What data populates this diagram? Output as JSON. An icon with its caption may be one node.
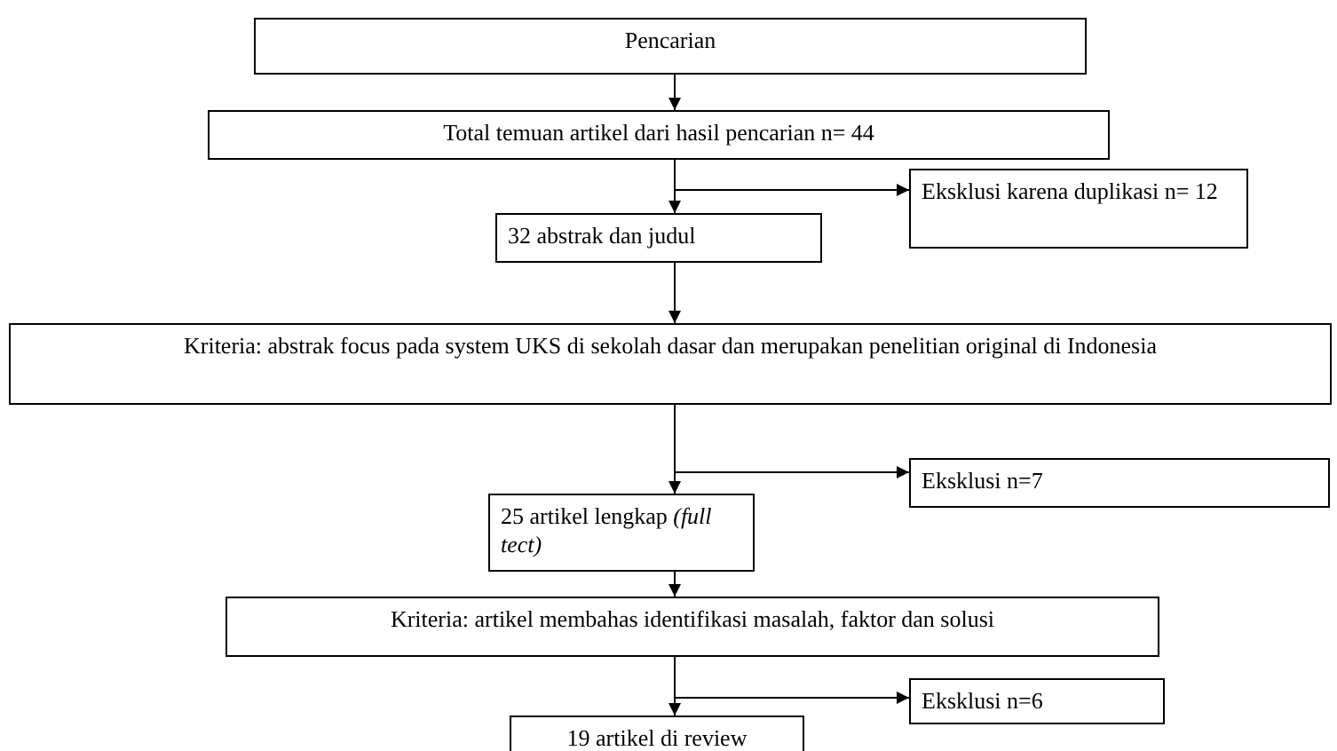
{
  "diagram": {
    "nodes": [
      {
        "text": [
          "Pencarian"
        ]
      },
      {
        "text": [
          "Total temuan artikel dari hasil pencarian n= 44"
        ]
      },
      {
        "text": [
          "Eksklusi karena duplikasi n= 12"
        ]
      },
      {
        "text": [
          "32 abstrak dan judul"
        ]
      },
      {
        "text": [
          "Kriteria: abstrak focus pada system UKS di sekolah dasar dan merupakan penelitian original di Indonesia"
        ]
      },
      {
        "text": [
          "Eksklusi n=7"
        ]
      },
      {
        "text": [
          "25 artikel lengkap *(full tect)*"
        ]
      },
      {
        "text": [
          "Kriteria: artikel membahas identifikasi masalah, faktor dan solusi"
        ]
      },
      {
        "text": [
          "Eksklusi n=6"
        ]
      },
      {
        "text": [
          "19 artikel di review"
        ]
      }
    ],
    "edges": [
      {
        "from": 0,
        "to": 1,
        "arrow": "to"
      },
      {
        "from": 1,
        "to": 3,
        "arrow": "to"
      },
      {
        "from": 1,
        "to": 2,
        "arrow": "to"
      },
      {
        "from": 3,
        "to": 4,
        "arrow": "to"
      },
      {
        "from": 4,
        "to": 6,
        "arrow": "to"
      },
      {
        "from": 4,
        "to": 5,
        "arrow": "to"
      },
      {
        "from": 6,
        "to": 7,
        "arrow": "to"
      },
      {
        "from": 7,
        "to": 9,
        "arrow": "to"
      },
      {
        "from": 7,
        "to": 8,
        "arrow": "to"
      }
    ]
  }
}
